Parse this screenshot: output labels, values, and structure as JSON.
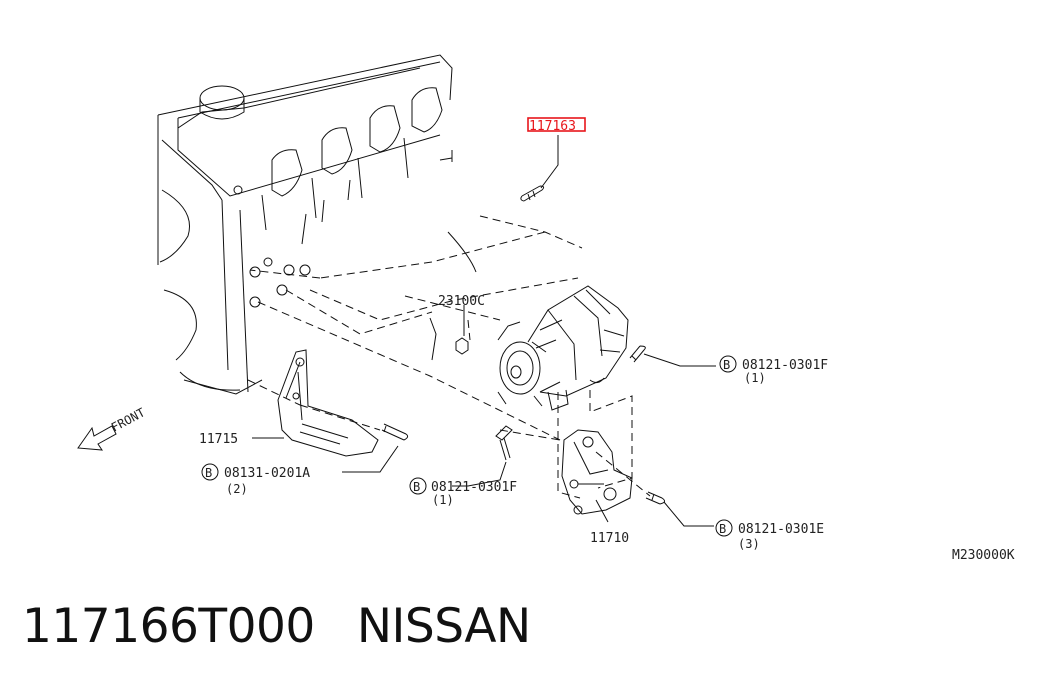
{
  "diagram": {
    "highlighted_part": "117163",
    "highlight_color": "#e8161b",
    "labels": {
      "p23100c": "23100C",
      "p11715": "11715",
      "p11710": "11710",
      "front": "FRONT",
      "ref_code": "M230000K"
    },
    "callouts": {
      "c1": {
        "prefix": "B",
        "code": "08121-0301F",
        "qty": "(1)"
      },
      "c2": {
        "prefix": "B",
        "code": "08131-0201A",
        "qty": "(2)"
      },
      "c3": {
        "prefix": "B",
        "code": "08121-0301F",
        "qty": "(1)"
      },
      "c4": {
        "prefix": "B",
        "code": "08121-0301E",
        "qty": "(3)"
      }
    }
  },
  "caption": {
    "part_number": "117166T000",
    "brand": "NISSAN"
  }
}
